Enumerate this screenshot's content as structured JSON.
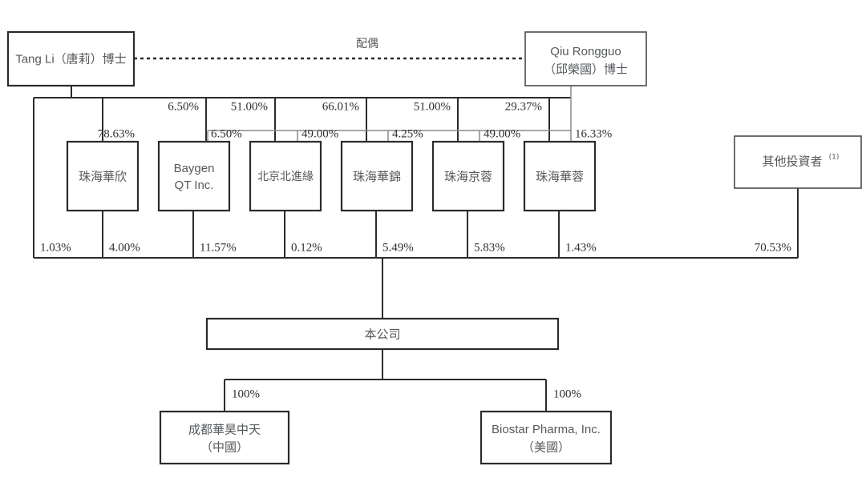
{
  "diagram": {
    "type": "organizational-ownership-chart",
    "title": "",
    "spouse_link_label": "配偶",
    "shareholders": [
      {
        "id": "tang-li",
        "line1": "Tang Li（唐莉）博士",
        "line2": ""
      },
      {
        "id": "qiu-rongguo",
        "line1": "Qiu Rongguo",
        "line2": "（邱榮國）博士"
      }
    ],
    "holding_entities": [
      {
        "id": "zhuhai-huaxin",
        "label": "珠海華欣"
      },
      {
        "id": "baygen-qt",
        "line1": "Baygen",
        "line2": "QT Inc."
      },
      {
        "id": "beijing-beijinyuan",
        "label": "北京北進緣"
      },
      {
        "id": "zhuhai-huajin",
        "label": "珠海華錦"
      },
      {
        "id": "zhuhai-jingrong",
        "label": "珠海京蓉"
      },
      {
        "id": "zhuhai-huarong",
        "label": "珠海華蓉"
      }
    ],
    "other_investors": {
      "id": "other-investors",
      "label": "其他投資者",
      "footnote": "(1)"
    },
    "company": {
      "id": "the-company",
      "label": "本公司"
    },
    "subsidiaries": [
      {
        "id": "chengdu-huahao-zhongtian",
        "line1": "成都華昊中天",
        "line2": "（中國）",
        "stake": "100%"
      },
      {
        "id": "biostar-pharma",
        "line1": "Biostar Pharma, Inc.",
        "line2": "（美國）",
        "stake": "100%"
      }
    ],
    "tang_li_stakes": [
      {
        "target": "zhuhai-huaxin",
        "value": "78.63%"
      },
      {
        "target": "baygen-qt",
        "value": "6.50%"
      },
      {
        "target": "beijing-beijinyuan",
        "value": "51.00%"
      },
      {
        "target": "zhuhai-huajin",
        "value": "66.01%"
      },
      {
        "target": "zhuhai-jingrong",
        "value": "51.00%"
      },
      {
        "target": "zhuhai-huarong",
        "value": "29.37%"
      }
    ],
    "qiu_rongguo_stakes": [
      {
        "target": "baygen-qt",
        "value": "6.50%"
      },
      {
        "target": "beijing-beijinyuan",
        "value": "49.00%"
      },
      {
        "target": "zhuhai-huajin",
        "value": "4.25%"
      },
      {
        "target": "zhuhai-jingrong",
        "value": "49.00%"
      },
      {
        "target": "zhuhai-huarong",
        "value": "16.33%"
      }
    ],
    "company_stakes": [
      {
        "source": "tang-li",
        "value": "1.03%"
      },
      {
        "source": "zhuhai-huaxin",
        "value": "4.00%"
      },
      {
        "source": "baygen-qt",
        "value": "11.57%"
      },
      {
        "source": "beijing-beijinyuan",
        "value": "0.12%"
      },
      {
        "source": "zhuhai-huajin",
        "value": "5.49%"
      },
      {
        "source": "zhuhai-jingrong",
        "value": "5.83%"
      },
      {
        "source": "zhuhai-huarong",
        "value": "1.43%"
      },
      {
        "source": "other-investors",
        "value": "70.53%"
      }
    ],
    "colors": {
      "box_stroke": "#2b2b2b",
      "thin_stroke": "#8a8a8a",
      "text": "#55595c",
      "percent_text": "#2f2f2f",
      "background": "#ffffff"
    }
  }
}
